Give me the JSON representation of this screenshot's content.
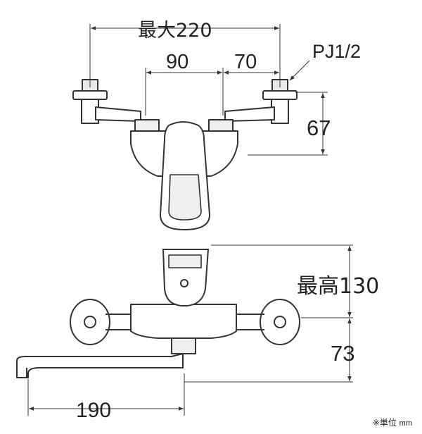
{
  "dimensions": {
    "max_width": "最大220",
    "left_offset": "90",
    "right_offset": "70",
    "thread": "PJ1/2",
    "height_67": "67",
    "max_height": "最高130",
    "spout_height": "73",
    "spout_reach": "190"
  },
  "unit_note": {
    "prefix": "※単位",
    "unit": "mm"
  }
}
